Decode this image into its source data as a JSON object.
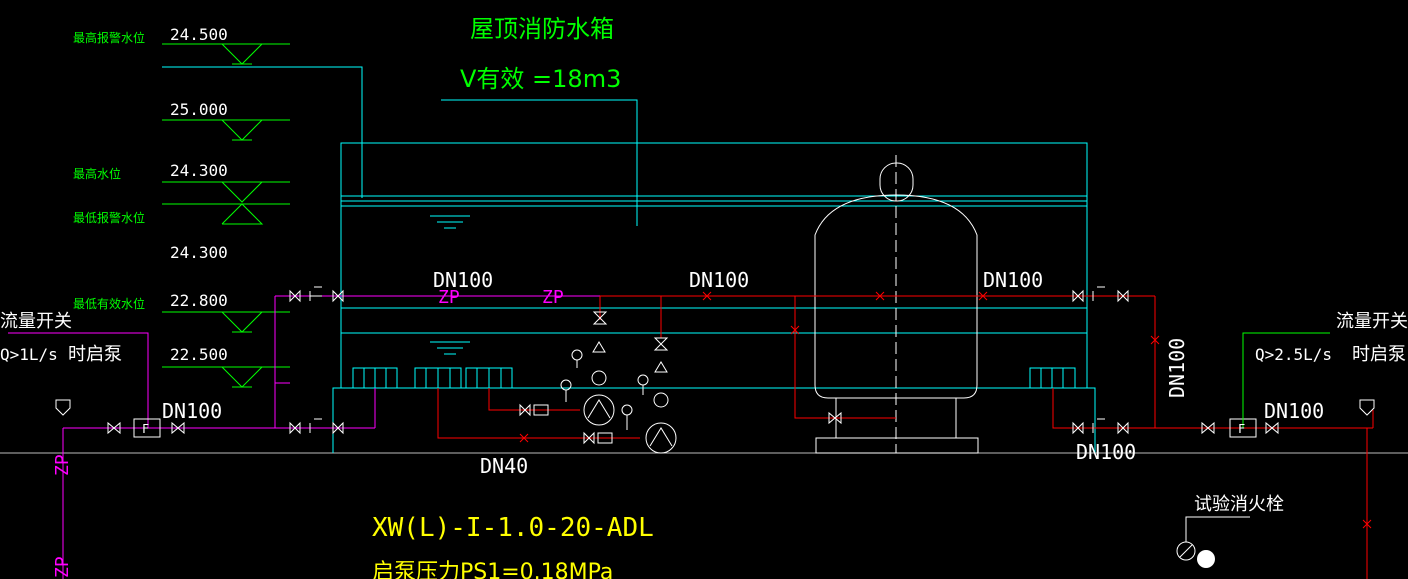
{
  "title": {
    "name": "屋顶消防水箱",
    "volume": "V有效 =18m3"
  },
  "levels": [
    {
      "label": "最高报警水位",
      "value": "24.500"
    },
    {
      "label": "",
      "value": "25.000"
    },
    {
      "label": "最高水位",
      "value": "24.300"
    },
    {
      "label": "最低报警水位",
      "value": ""
    },
    {
      "label": "",
      "value": "24.300"
    },
    {
      "label": "最低有效水位",
      "value": "22.800"
    },
    {
      "label": "",
      "value": "22.500"
    }
  ],
  "left_switch": {
    "title": "流量开关",
    "condition": "Q>1L/s",
    "action": "时启泵"
  },
  "right_switch": {
    "title": "流量开关",
    "condition": "Q>2.5L/s",
    "action": "时启泵"
  },
  "pipe_labels": {
    "dn100_1": "DN100",
    "dn100_2": "DN100",
    "dn100_3": "DN100",
    "dn100_left": "DN100",
    "dn100_right": "DN100",
    "dn100_vertical": "DN100",
    "dn100_bottom": "DN100",
    "dn40": "DN40",
    "zp1": "ZP",
    "zp2": "ZP",
    "zp_v1": "ZP",
    "zp_v2": "ZP",
    "flow_f": "F"
  },
  "equipment": {
    "model": "XW(L)-I-1.0-20-ADL",
    "pressure": "启泵压力PS1=0.18MPa"
  },
  "hydrant": {
    "label": "试验消火栓"
  },
  "colors": {
    "cyan": "#00ffff",
    "green": "#00ff00",
    "red": "#ff0000",
    "magenta": "#ff00ff",
    "white": "#ffffff",
    "yellow": "#ffff00"
  }
}
